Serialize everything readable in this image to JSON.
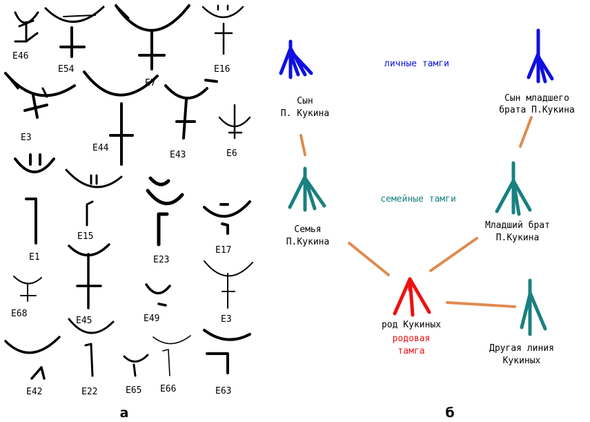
{
  "panel_a": {
    "label": "а",
    "codes": {
      "e46": "E46",
      "e54": "E54",
      "e7": "E7",
      "e16": "E16",
      "e3_top": "E3",
      "e44": "E44",
      "e43": "E43",
      "e6": "E6",
      "e1": "E1",
      "e15": "E15",
      "e23": "E23",
      "e17": "E17",
      "e68": "E68",
      "e45": "E45",
      "e49": "E49",
      "e3_mid": "E3",
      "e42": "E42",
      "e22": "E22",
      "e65": "E65",
      "e66": "E66",
      "e63": "E63"
    }
  },
  "panel_b": {
    "label": "б",
    "categories": {
      "personal": "личные тамги",
      "family": "семейные тамги",
      "clan": "родовая тамга"
    },
    "nodes": {
      "son": [
        "Сын",
        "П. Кукина"
      ],
      "nephew": [
        "Сын младшего",
        "брата П.Кукина"
      ],
      "family": [
        "Семья",
        "П.Кукина"
      ],
      "younger_brother": [
        "Младший брат",
        "П.Кукина"
      ],
      "clan": "род Кукиных",
      "other_line": [
        "Другая линия",
        "Кукиных"
      ]
    },
    "colors": {
      "personal": "#1010e0",
      "family": "#1a8080",
      "clan": "#ee1111",
      "link": "#e08a50"
    }
  }
}
